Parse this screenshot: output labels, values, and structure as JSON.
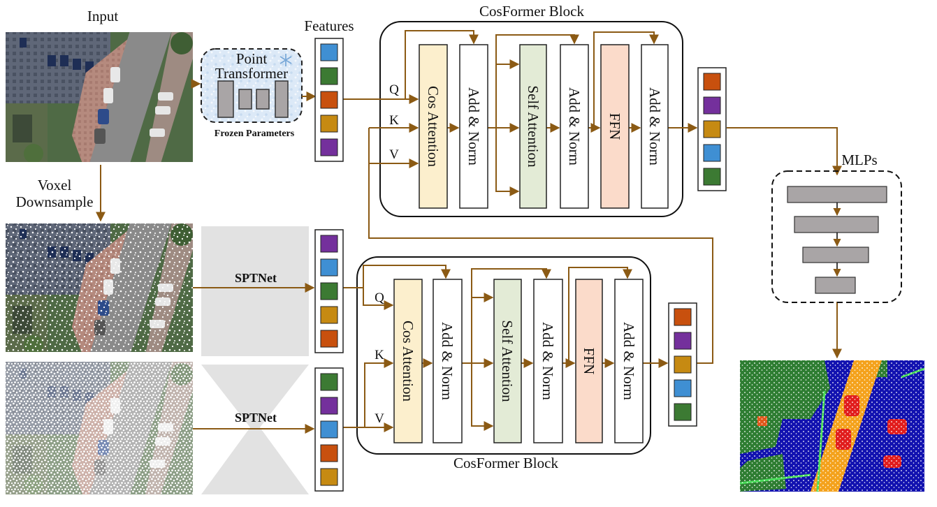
{
  "labels": {
    "input": "Input",
    "voxel_line1": "Voxel",
    "voxel_line2": "Downsample",
    "point_transformer_line1": "Point",
    "point_transformer_line2": "Transformer",
    "frozen": "Frozen Parameters",
    "features": "Features",
    "sptnet": "SPTNet",
    "cosformer_top": "CosFormer Block",
    "cosformer_bottom": "CosFormer Block",
    "mlps": "MLPs",
    "q": "Q",
    "k": "K",
    "v": "V",
    "cos_attention": "Cos Attention",
    "add_norm": "Add & Norm",
    "self_attention": "Self Attention",
    "ffn": "FFN"
  },
  "colors": {
    "blue": "#3f8fd3",
    "green": "#3c7a33",
    "orange": "#c8500e",
    "gold": "#c68a12",
    "purple": "#74309c",
    "arrow": "#8b5a14",
    "cos_attention_fill": "#fcefcd",
    "self_attention_fill": "#e3ebd6",
    "ffn_fill": "#fbdbca",
    "mlp_bar": "#a9a5a6",
    "sptnet_shape": "#e2e2e2"
  },
  "feature_columns": {
    "features": [
      "blue",
      "green",
      "orange",
      "gold",
      "purple"
    ],
    "top_output": [
      "orange",
      "purple",
      "gold",
      "blue",
      "green"
    ],
    "sptnet1": [
      "purple",
      "blue",
      "green",
      "gold",
      "orange"
    ],
    "sptnet2": [
      "green",
      "purple",
      "blue",
      "orange",
      "gold"
    ],
    "bottom_output": [
      "orange",
      "purple",
      "gold",
      "blue",
      "green"
    ]
  }
}
